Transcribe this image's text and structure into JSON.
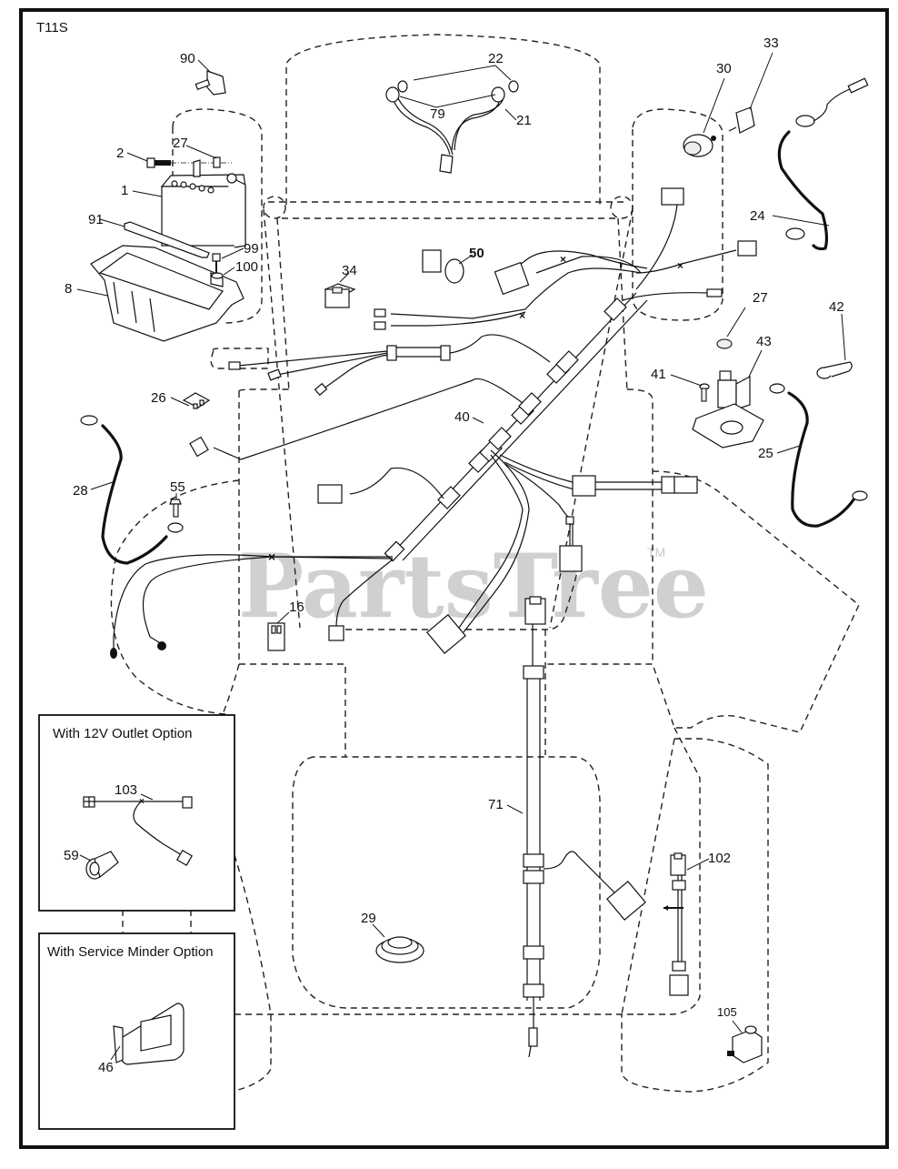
{
  "diagram": {
    "model_code": "T11S",
    "watermark": "PartsTree",
    "watermark_tm": "TM",
    "callouts": {
      "c1": "1",
      "c2": "2",
      "c8": "8",
      "c16": "16",
      "c21": "21",
      "c22": "22",
      "c24": "24",
      "c25": "25",
      "c26": "26",
      "c27a": "27",
      "c27b": "27",
      "c28": "28",
      "c29": "29",
      "c30": "30",
      "c33": "33",
      "c34": "34",
      "c40": "40",
      "c41": "41",
      "c42": "42",
      "c43": "43",
      "c46": "46",
      "c50": "50",
      "c55": "55",
      "c59": "59",
      "c71": "71",
      "c79": "79",
      "c90": "90",
      "c91": "91",
      "c99": "99",
      "c100": "100",
      "c102": "102",
      "c103": "103",
      "c105": "105"
    },
    "option_boxes": [
      {
        "title": "With 12V Outlet Option",
        "parts": [
          "103",
          "59"
        ]
      },
      {
        "title": "With Service Minder Option",
        "parts": [
          "46"
        ]
      }
    ],
    "parts": [
      {
        "ref": "1",
        "name": "battery"
      },
      {
        "ref": "2",
        "name": "battery-bolt"
      },
      {
        "ref": "8",
        "name": "battery-tray"
      },
      {
        "ref": "16",
        "name": "relay"
      },
      {
        "ref": "21",
        "name": "headlight-harness"
      },
      {
        "ref": "22",
        "name": "headlight-bulb"
      },
      {
        "ref": "24",
        "name": "positive-battery-cable"
      },
      {
        "ref": "25",
        "name": "solenoid-cable"
      },
      {
        "ref": "26",
        "name": "fuse"
      },
      {
        "ref": "27",
        "name": "nut"
      },
      {
        "ref": "28",
        "name": "ground-cable"
      },
      {
        "ref": "29",
        "name": "seat-switch"
      },
      {
        "ref": "30",
        "name": "ignition-switch"
      },
      {
        "ref": "33",
        "name": "ignition-key"
      },
      {
        "ref": "34",
        "name": "rocker-switch"
      },
      {
        "ref": "40",
        "name": "main-wire-harness"
      },
      {
        "ref": "41",
        "name": "solenoid-bolt"
      },
      {
        "ref": "42",
        "name": "terminal-boot"
      },
      {
        "ref": "43",
        "name": "starter-solenoid"
      },
      {
        "ref": "46",
        "name": "service-minder"
      },
      {
        "ref": "50",
        "name": "pto-switch"
      },
      {
        "ref": "55",
        "name": "ground-screw"
      },
      {
        "ref": "59",
        "name": "12v-outlet"
      },
      {
        "ref": "71",
        "name": "rear-harness"
      },
      {
        "ref": "79",
        "name": "bulb-socket"
      },
      {
        "ref": "90",
        "name": "connector-cap"
      },
      {
        "ref": "91",
        "name": "battery-strap"
      },
      {
        "ref": "99",
        "name": "tray-bolt"
      },
      {
        "ref": "100",
        "name": "washer"
      },
      {
        "ref": "102",
        "name": "switch-harness"
      },
      {
        "ref": "103",
        "name": "outlet-harness"
      },
      {
        "ref": "105",
        "name": "interlock-switch"
      }
    ]
  }
}
